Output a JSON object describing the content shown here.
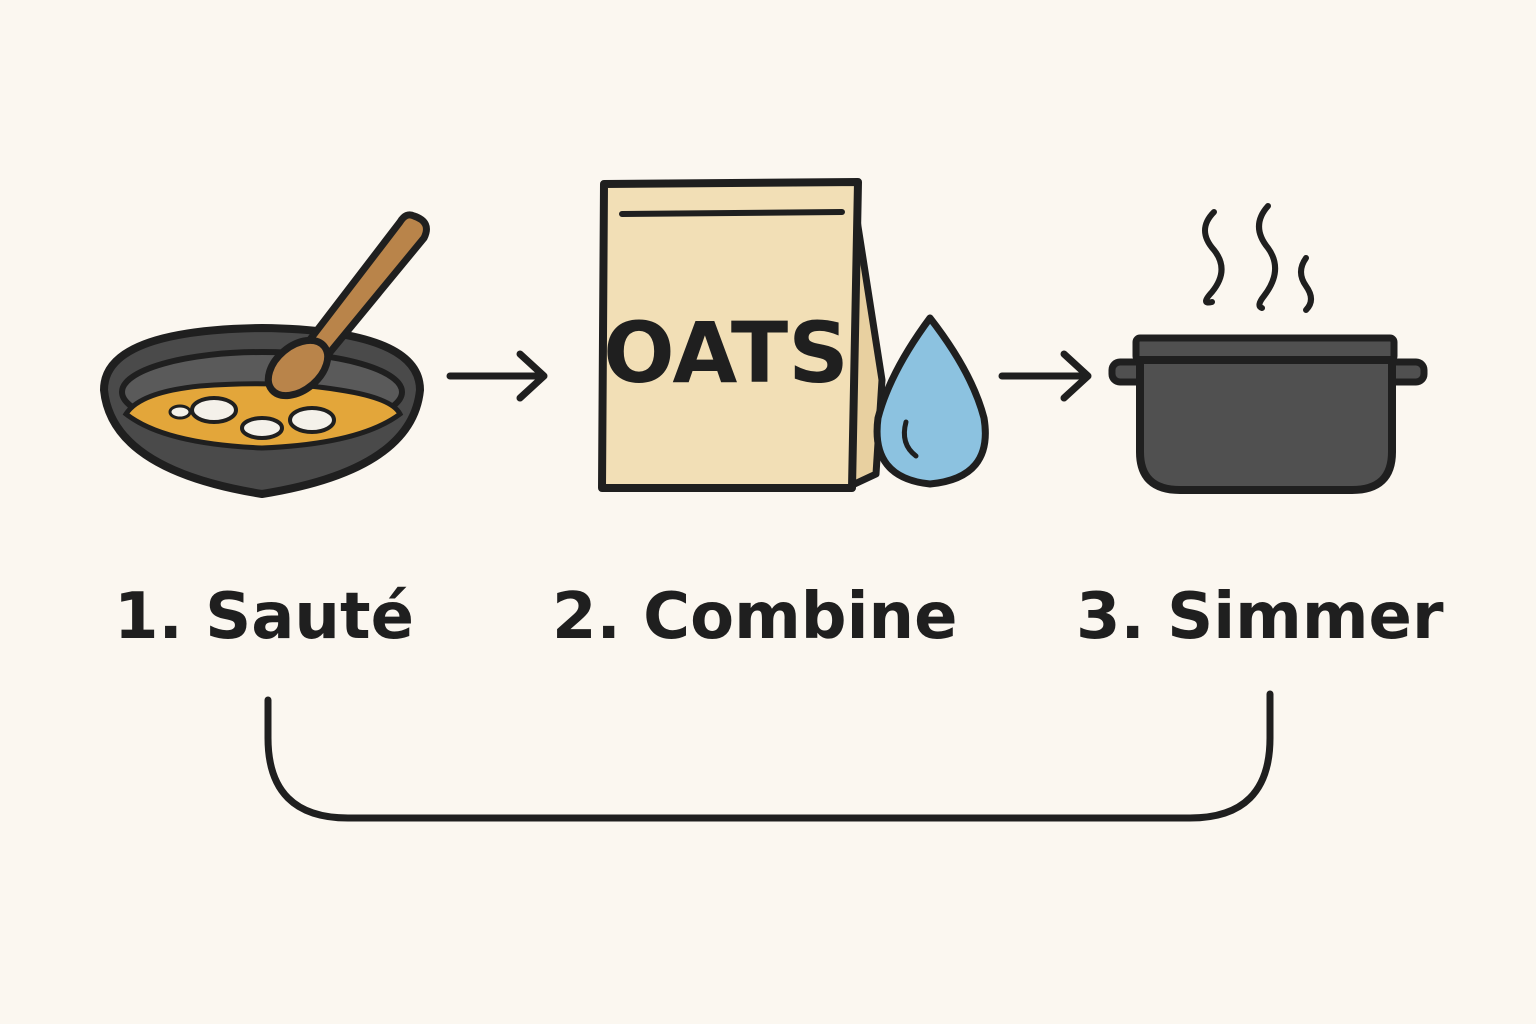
{
  "steps": [
    {
      "label": "1. Sauté",
      "icon": "frying-pan-icon"
    },
    {
      "label": "2. Combine",
      "icon": "oats-bag-icon",
      "bag_text": "OATS",
      "extra_icon": "water-drop-icon"
    },
    {
      "label": "3. Simmer",
      "icon": "steaming-pot-icon"
    }
  ],
  "colors": {
    "background": "#fbf7f0",
    "outline": "#1f1f1f",
    "pan": "#4a4a4a",
    "oil": "#e3a63a",
    "spoon": "#b9844a",
    "bag": "#f2dfb6",
    "water": "#8cc2e0",
    "pot": "#505050"
  }
}
